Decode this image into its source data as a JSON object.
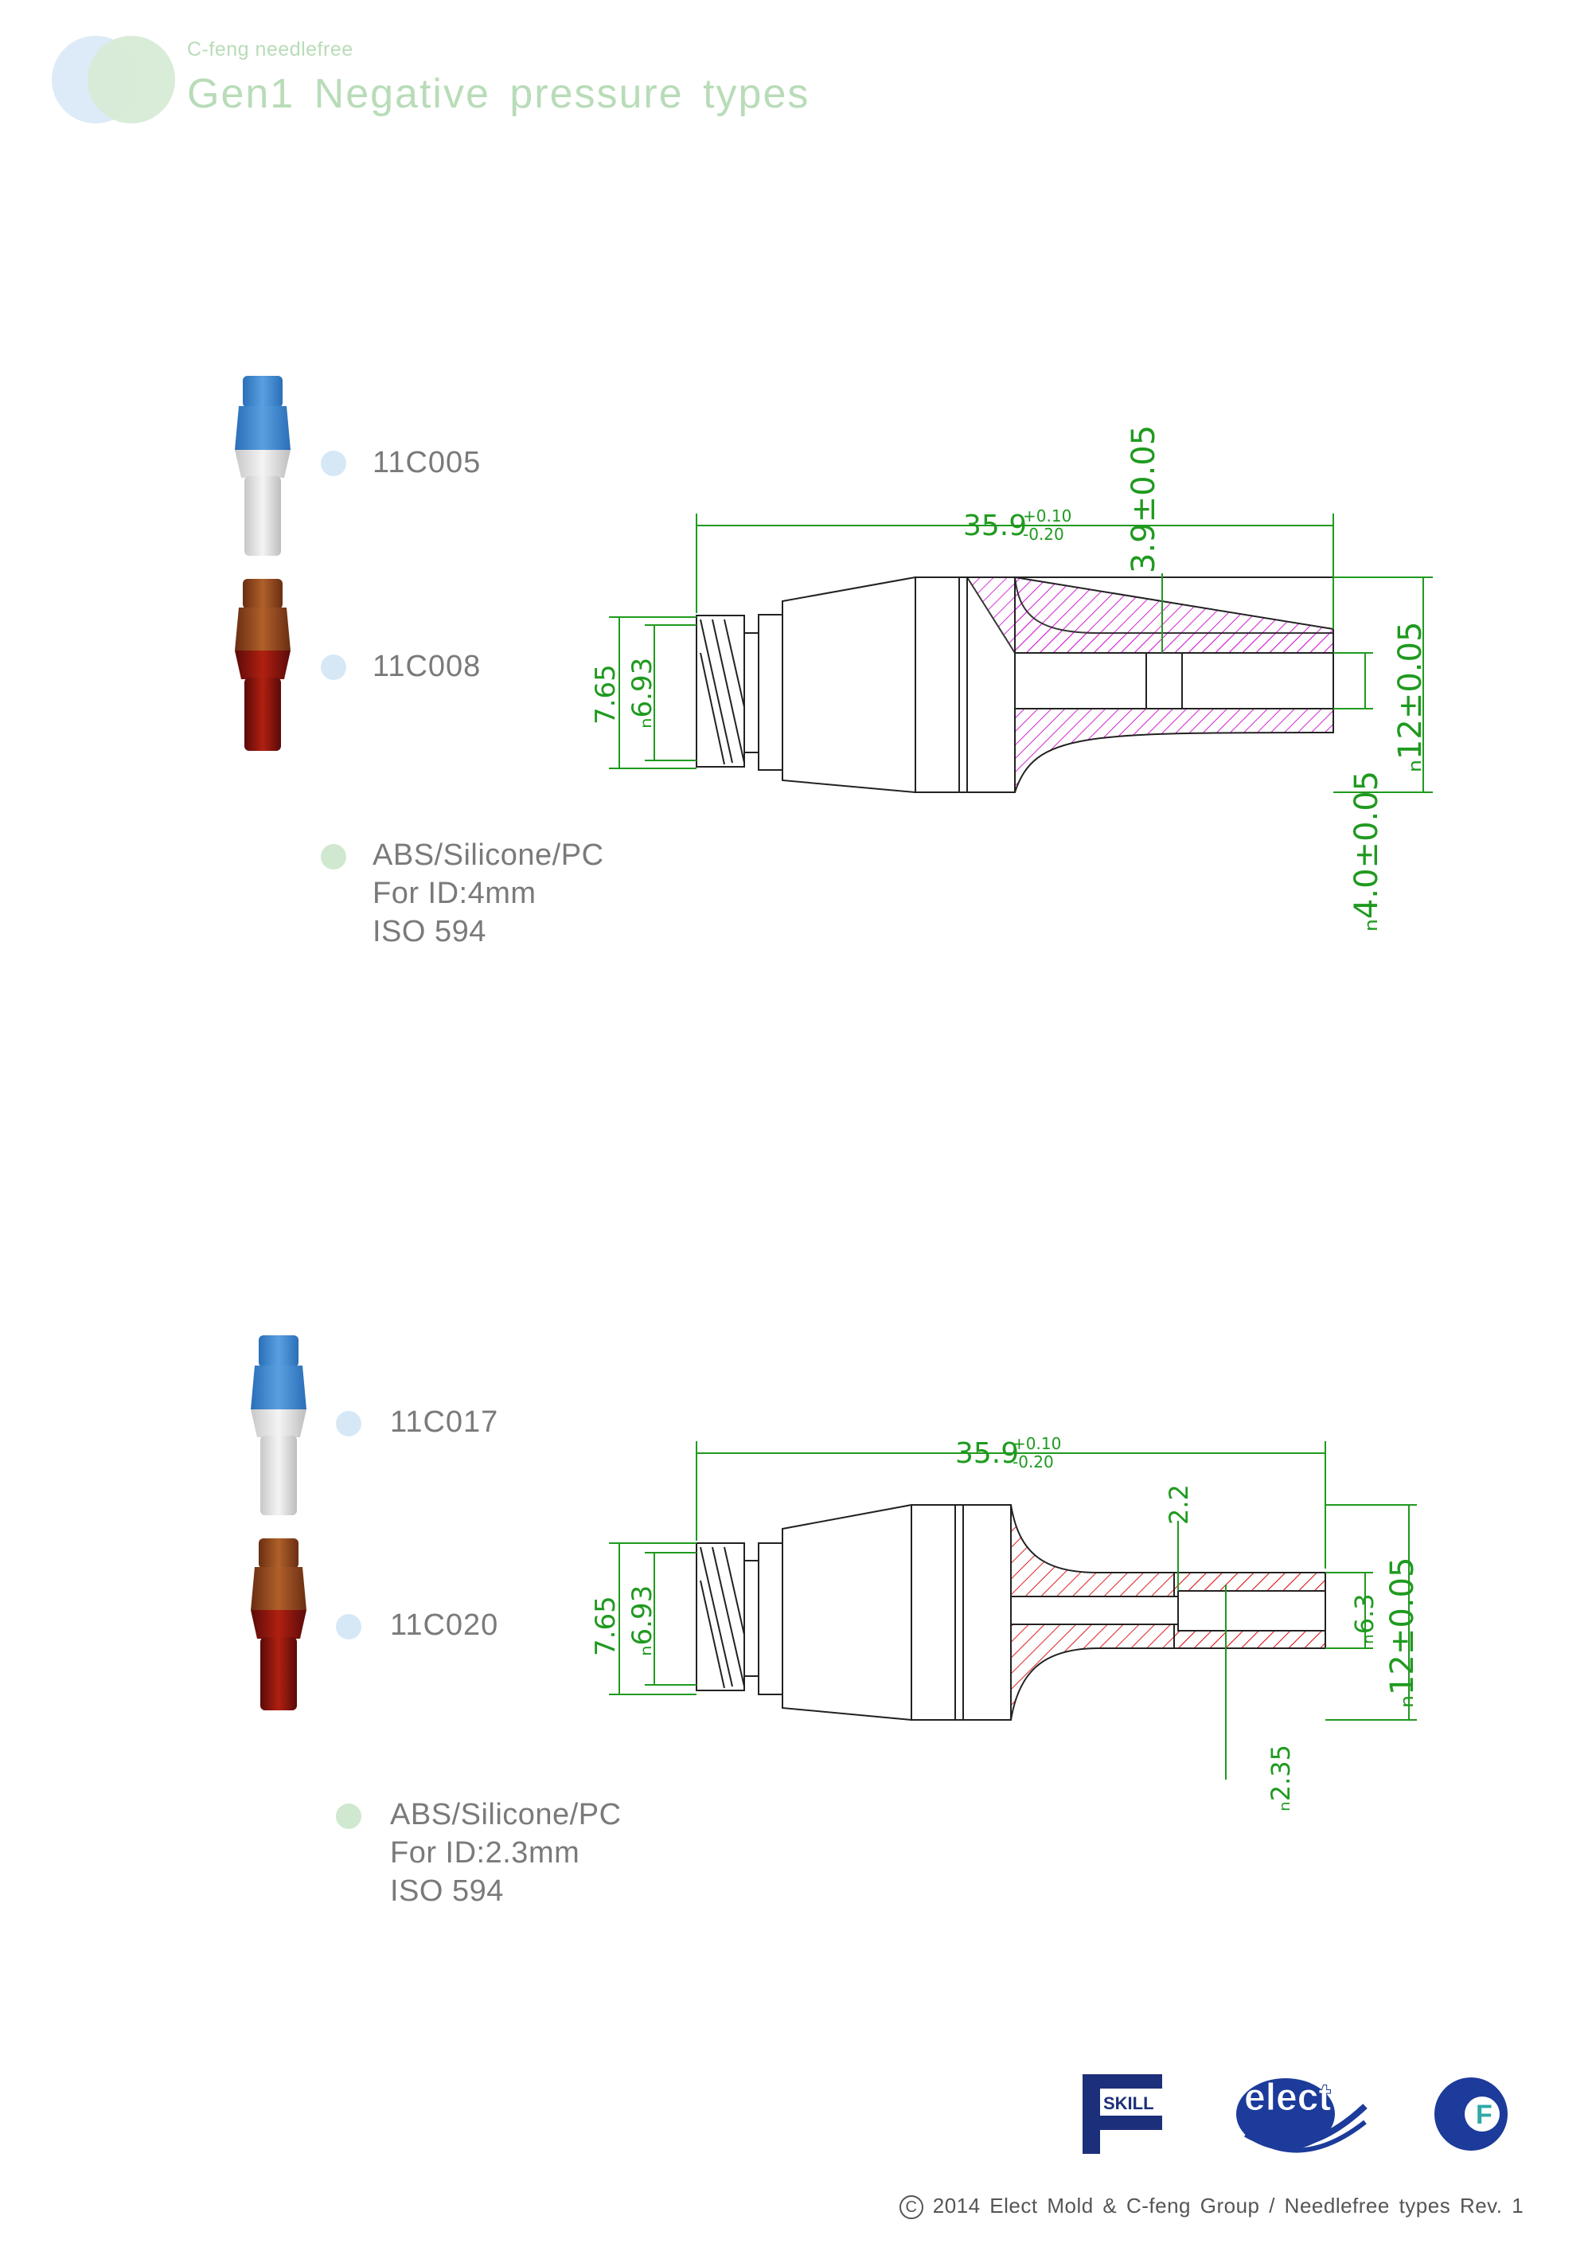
{
  "header": {
    "brand_small": "C-feng needlefree",
    "title": "Gen1 Negative pressure types"
  },
  "sections": [
    {
      "products": [
        {
          "code": "11C005",
          "color": "blue"
        },
        {
          "code": "11C008",
          "color": "amber"
        }
      ],
      "specs": [
        "ABS/Silicone/PC",
        "For ID:4mm",
        "ISO 594"
      ],
      "dimensions": {
        "length": "35.9",
        "length_tol_plus": "+0.10",
        "length_tol_minus": "-0.20",
        "bore": "3.9±0.05",
        "outer_thread": "7.65",
        "inner_thread": "ₙ6.93",
        "body_dia": "ₙ12±0.05",
        "id": "ₙ4.0±0.05"
      },
      "hatch_color": "#d41fd4"
    },
    {
      "products": [
        {
          "code": "11C017",
          "color": "blue"
        },
        {
          "code": "11C020",
          "color": "amber"
        }
      ],
      "specs": [
        "ABS/Silicone/PC",
        "For ID:2.3mm",
        "ISO 594"
      ],
      "dimensions": {
        "length": "35.9",
        "length_tol_plus": "+0.10",
        "length_tol_minus": "-0.20",
        "step": "2.2",
        "outer_thread": "7.65",
        "inner_thread": "ₙ6.93",
        "tube_dia": "ₙ6.3",
        "body_dia": "ₙ12±0.05",
        "id": "ₙ2.35"
      },
      "hatch_color": "#e02020"
    }
  ],
  "footer": {
    "symbol": "C",
    "text": "2014 Elect Mold & C-feng Group / Needlefree types Rev. 1"
  },
  "logos": [
    {
      "name": "skill-logo",
      "text": "SKILL"
    },
    {
      "name": "elect-logo",
      "text": "elect"
    },
    {
      "name": "cfeng-logo",
      "text": "F"
    }
  ]
}
